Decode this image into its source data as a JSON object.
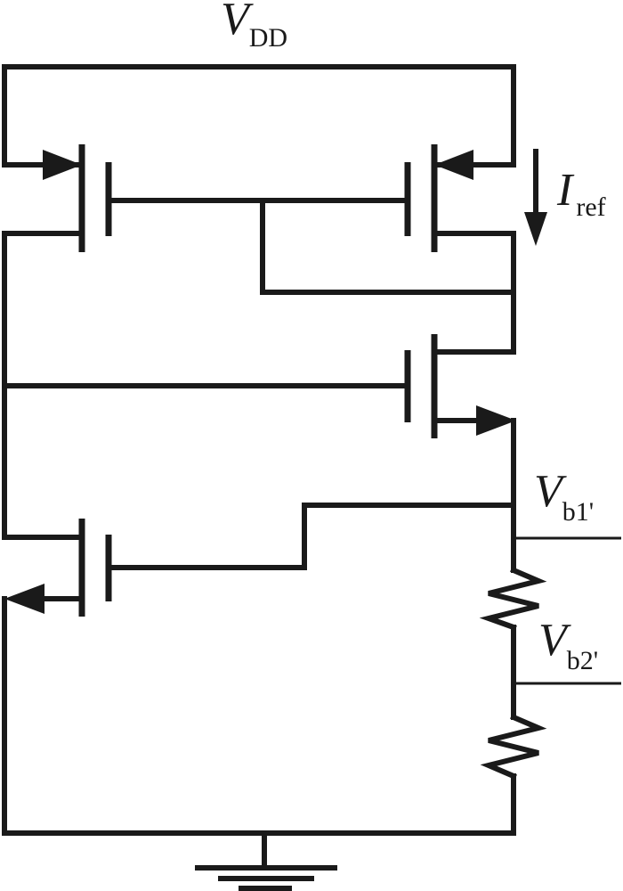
{
  "labels": {
    "vdd": {
      "main": "V",
      "sub": "DD"
    },
    "iref": {
      "main": "I",
      "sub": "ref"
    },
    "vb1": {
      "main": "V",
      "sub": "b1'"
    },
    "vb2": {
      "main": "V",
      "sub": "b2'"
    }
  },
  "colors": {
    "ink": "#1a1a1a",
    "background": "#ffffff"
  },
  "symbols": [
    "pmos-left",
    "pmos-right",
    "nmos-cascode",
    "nmos-bottom",
    "resistor-top",
    "resistor-bottom",
    "ground-symbol",
    "current-arrow"
  ]
}
